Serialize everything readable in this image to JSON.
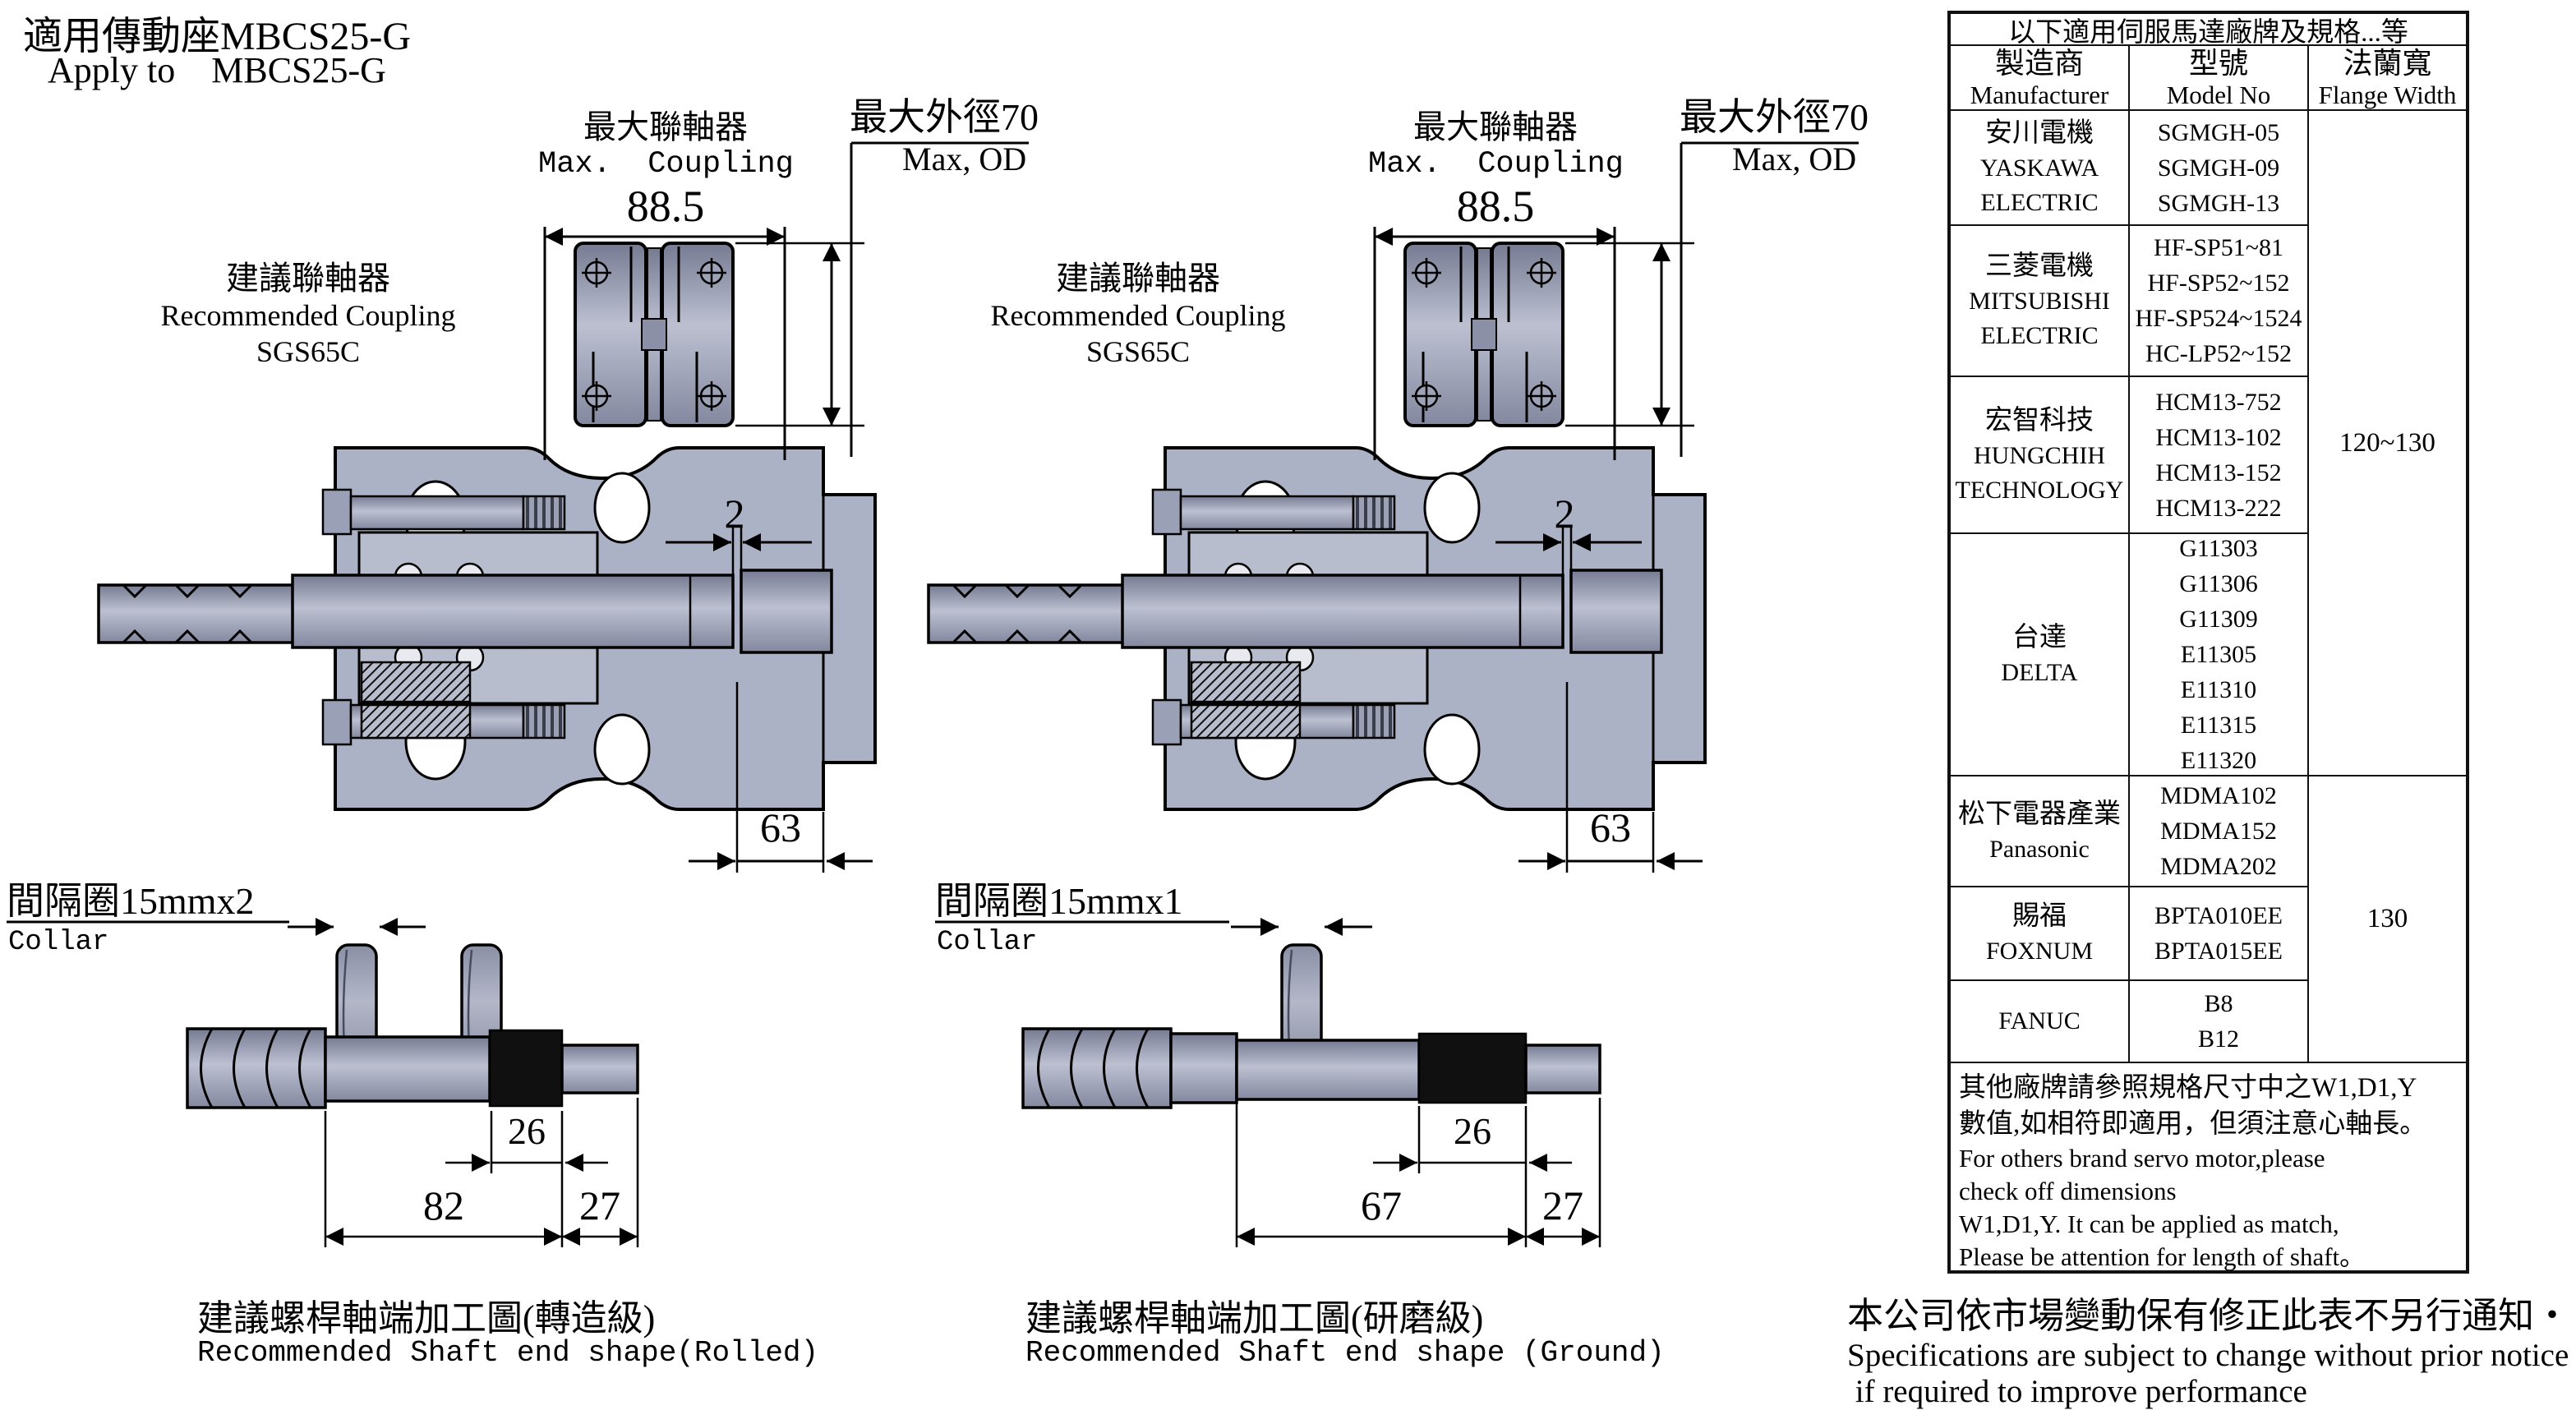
{
  "page": {
    "title_zh": "適用傳動座MBCS25-G",
    "title_en": "Apply to    MBCS25-G"
  },
  "views": {
    "left": {
      "coupling_note": {
        "zh": "建議聯軸器",
        "en": "Recommended Coupling",
        "model": "SGS65C"
      },
      "max_coupling": {
        "zh": "最大聯軸器",
        "en": "Max.  Coupling",
        "value": "88.5"
      },
      "max_od": {
        "zh": "最大外徑70",
        "en": "Max, OD"
      },
      "gap": "2",
      "length": "63",
      "collar": {
        "zh": "間隔圈15mmx2",
        "en": "Collar"
      },
      "shaft": {
        "thread_len": "26",
        "body_len": "82",
        "end_len": "27",
        "caption_zh": "建議螺桿軸端加工圖(轉造級)",
        "caption_en": "Recommended Shaft end shape(Rolled)"
      }
    },
    "center": {
      "coupling_note": {
        "zh": "建議聯軸器",
        "en": "Recommended Coupling",
        "model": "SGS65C"
      },
      "max_coupling": {
        "zh": "最大聯軸器",
        "en": "Max.  Coupling",
        "value": "88.5"
      },
      "max_od": {
        "zh": "最大外徑70",
        "en": "Max, OD"
      },
      "gap": "2",
      "length": "63",
      "collar": {
        "zh": "間隔圈15mmx1",
        "en": "Collar"
      },
      "shaft": {
        "thread_len": "26",
        "body_len": "67",
        "end_len": "27",
        "caption_zh": "建議螺桿軸端加工圖(研磨級)",
        "caption_en": "Recommended Shaft end shape (Ground)"
      }
    }
  },
  "table": {
    "title": "以下適用伺服馬達廠牌及規格...等",
    "headers": {
      "mfr_zh": "製造商",
      "mfr_en": "Manufacturer",
      "model_zh": "型號",
      "model_en": "Model No",
      "flange_zh": "法蘭寬",
      "flange_en": "Flange Width"
    },
    "rows": [
      {
        "mfr": [
          "安川電機",
          "YASKAWA",
          "ELECTRIC"
        ],
        "models": [
          "SGMGH-05",
          "SGMGH-09",
          "SGMGH-13"
        ]
      },
      {
        "mfr": [
          "三菱電機",
          "MITSUBISHI",
          "ELECTRIC"
        ],
        "models": [
          "HF-SP51~81",
          "HF-SP52~152",
          "HF-SP524~1524",
          "HC-LP52~152"
        ]
      },
      {
        "mfr": [
          "宏智科技",
          "HUNGCHIH",
          "TECHNOLOGY"
        ],
        "models": [
          "HCM13-752",
          "HCM13-102",
          "HCM13-152",
          "HCM13-222"
        ]
      },
      {
        "mfr": [
          "台達",
          "DELTA"
        ],
        "models": [
          "G11303",
          "G11306",
          "G11309",
          "E11305",
          "E11310",
          "E11315",
          "E11320"
        ]
      },
      {
        "mfr": [
          "松下電器產業",
          "Panasonic"
        ],
        "models": [
          "MDMA102",
          "MDMA152",
          "MDMA202"
        ]
      },
      {
        "mfr": [
          "賜福",
          "FOXNUM"
        ],
        "models": [
          "BPTA010EE",
          "BPTA015EE"
        ]
      },
      {
        "mfr": [
          "FANUC"
        ],
        "models": [
          "B8",
          "B12"
        ]
      }
    ],
    "flange": {
      "upper": "120~130",
      "lower": "130"
    },
    "note_lines": [
      "其他廠牌請參照規格尺寸中之W1,D1,Y",
      "數值,如相符即適用，但須注意心軸長。",
      "For others brand servo motor,please",
      "check off dimensions",
      "W1,D1,Y. It can be applied as match,",
      "Please be attention for length of shaft。"
    ]
  },
  "footer": {
    "line1": "本公司依市場變動保有修正此表不另行通知・",
    "line2": "Specifications are subject to change without prior notice",
    "line3": " if required to improve performance"
  }
}
